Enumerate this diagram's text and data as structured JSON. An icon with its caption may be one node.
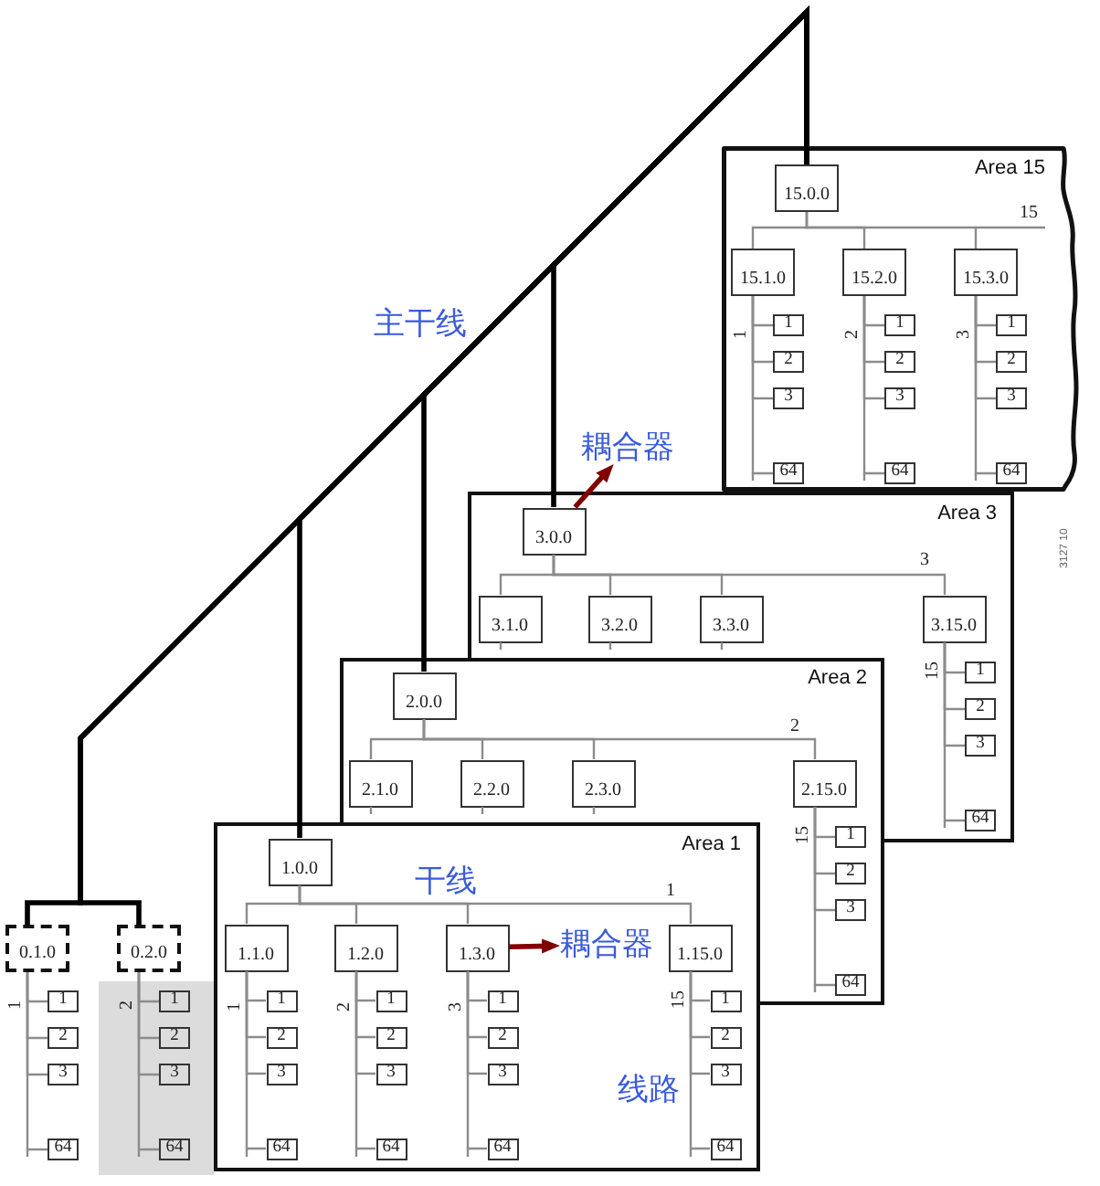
{
  "diagram": {
    "nodes": [
      {
        "text": [
          "Area 15"
        ]
      },
      {
        "text": [
          "15.0.0"
        ],
        "in": 0
      },
      {
        "text": [
          "15.1.0"
        ],
        "in": 0
      },
      {
        "text": [
          "15.2.0"
        ],
        "in": 0
      },
      {
        "text": [
          "15.3.0"
        ],
        "in": 0
      },
      {
        "text": [
          "1"
        ],
        "in": 0
      },
      {
        "text": [
          "2"
        ],
        "in": 0
      },
      {
        "text": [
          "3"
        ],
        "in": 0
      },
      {
        "text": [
          "64"
        ],
        "in": 0
      },
      {
        "text": [
          "1"
        ],
        "in": 0
      },
      {
        "text": [
          "2"
        ],
        "in": 0
      },
      {
        "text": [
          "3"
        ],
        "in": 0
      },
      {
        "text": [
          "64"
        ],
        "in": 0
      },
      {
        "text": [
          "1"
        ],
        "in": 0
      },
      {
        "text": [
          "2"
        ],
        "in": 0
      },
      {
        "text": [
          "3"
        ],
        "in": 0
      },
      {
        "text": [
          "64"
        ],
        "in": 0
      },
      {
        "text": [
          "耦合器"
        ]
      },
      {
        "text": [
          "Area 3"
        ]
      },
      {
        "text": [
          "3.0.0"
        ],
        "in": 18
      },
      {
        "text": [
          "3.1.0"
        ],
        "in": 18
      },
      {
        "text": [
          "3.2.0"
        ],
        "in": 18
      },
      {
        "text": [
          "3.3.0"
        ],
        "in": 18
      },
      {
        "text": [
          "3.15.0"
        ],
        "in": 18
      },
      {
        "text": [
          "1"
        ]
      },
      {
        "text": [
          "2"
        ]
      },
      {
        "text": [
          "3"
        ]
      },
      {
        "text": [
          "64"
        ]
      },
      {
        "text": [
          "Area 2"
        ]
      },
      {
        "text": [
          "2.0.0"
        ],
        "in": 28
      },
      {
        "text": [
          "2.1.0"
        ],
        "in": 28
      },
      {
        "text": [
          "2.2.0"
        ],
        "in": 28
      },
      {
        "text": [
          "2.3.0"
        ],
        "in": 28
      },
      {
        "text": [
          "2.15.0"
        ],
        "in": 28
      },
      {
        "text": [
          "1"
        ]
      },
      {
        "text": [
          "2"
        ]
      },
      {
        "text": [
          "3"
        ]
      },
      {
        "text": [
          "64"
        ]
      },
      {
        "text": [
          "Area 1"
        ]
      },
      {
        "text": [
          "1.0.0"
        ],
        "in": 38
      },
      {
        "text": [
          "1.1.0"
        ],
        "in": 38
      },
      {
        "text": [
          "1.2.0"
        ],
        "in": 38
      },
      {
        "text": [
          "1.3.0"
        ],
        "in": 38
      },
      {
        "text": [
          "耦合器"
        ],
        "in": 38
      },
      {
        "text": [
          "1.15.0"
        ],
        "in": 38
      },
      {
        "text": [
          "1"
        ],
        "in": 38
      },
      {
        "text": [
          "2"
        ],
        "in": 38
      },
      {
        "text": [
          "3"
        ],
        "in": 38
      },
      {
        "text": [
          "64"
        ],
        "in": 38
      },
      {
        "text": [
          "1"
        ],
        "in": 38
      },
      {
        "text": [
          "2"
        ],
        "in": 38
      },
      {
        "text": [
          "3"
        ],
        "in": 38
      },
      {
        "text": [
          "64"
        ],
        "in": 38
      },
      {
        "text": [
          "1"
        ],
        "in": 38
      },
      {
        "text": [
          "2"
        ],
        "in": 38
      },
      {
        "text": [
          "3"
        ],
        "in": 38
      },
      {
        "text": [
          "64"
        ],
        "in": 38
      },
      {
        "text": [
          "1"
        ],
        "in": 38
      },
      {
        "text": [
          "2"
        ],
        "in": 38
      },
      {
        "text": [
          "3"
        ],
        "in": 38
      },
      {
        "text": [
          "64"
        ],
        "in": 38
      },
      {
        "text": [
          "0.1.0"
        ]
      },
      {
        "text": [
          "0.2.0"
        ]
      },
      {
        "text": [
          "1"
        ]
      },
      {
        "text": [
          "2"
        ]
      },
      {
        "text": [
          "3"
        ]
      },
      {
        "text": [
          "64"
        ]
      },
      {
        "text": [
          "1"
        ]
      },
      {
        "text": [
          "2"
        ]
      },
      {
        "text": [
          "3"
        ]
      },
      {
        "text": [
          "64"
        ]
      }
    ],
    "edges": [
      {
        "from": 1,
        "to": 19,
        "arrow": "none",
        "style": "thick",
        "color": "#000000"
      },
      {
        "from": 1,
        "to": 29,
        "arrow": "none",
        "style": "thick",
        "color": "#000000"
      },
      {
        "from": 1,
        "to": 39,
        "arrow": "none",
        "style": "thick",
        "color": "#000000"
      },
      {
        "from": 1,
        "to": 61,
        "arrow": "none",
        "style": "thick",
        "color": "#000000"
      },
      {
        "from": 1,
        "to": 62,
        "arrow": "none",
        "style": "thick",
        "color": "#000000"
      },
      {
        "from": 1,
        "to": 2,
        "arrow": "none"
      },
      {
        "from": 1,
        "to": 3,
        "arrow": "none"
      },
      {
        "from": 1,
        "to": 4,
        "arrow": "none"
      },
      {
        "from": 2,
        "to": 5,
        "arrow": "none"
      },
      {
        "from": 2,
        "to": 6,
        "arrow": "none"
      },
      {
        "from": 2,
        "to": 7,
        "arrow": "none"
      },
      {
        "from": 2,
        "to": 8,
        "arrow": "none"
      },
      {
        "from": 3,
        "to": 9,
        "arrow": "none"
      },
      {
        "from": 3,
        "to": 10,
        "arrow": "none"
      },
      {
        "from": 3,
        "to": 11,
        "arrow": "none"
      },
      {
        "from": 3,
        "to": 12,
        "arrow": "none"
      },
      {
        "from": 4,
        "to": 13,
        "arrow": "none"
      },
      {
        "from": 4,
        "to": 14,
        "arrow": "none"
      },
      {
        "from": 4,
        "to": 15,
        "arrow": "none"
      },
      {
        "from": 4,
        "to": 16,
        "arrow": "none"
      },
      {
        "from": 19,
        "to": 17,
        "arrow": "to",
        "style": "thick",
        "color": "#800000"
      },
      {
        "from": 19,
        "to": 20,
        "arrow": "none"
      },
      {
        "from": 19,
        "to": 21,
        "arrow": "none"
      },
      {
        "from": 19,
        "to": 22,
        "arrow": "none"
      },
      {
        "from": 19,
        "to": 23,
        "arrow": "none"
      },
      {
        "from": 23,
        "to": 24,
        "arrow": "none"
      },
      {
        "from": 23,
        "to": 25,
        "arrow": "none"
      },
      {
        "from": 23,
        "to": 26,
        "arrow": "none"
      },
      {
        "from": 23,
        "to": 27,
        "arrow": "none"
      },
      {
        "from": 29,
        "to": 30,
        "arrow": "none"
      },
      {
        "from": 29,
        "to": 31,
        "arrow": "none"
      },
      {
        "from": 29,
        "to": 32,
        "arrow": "none"
      },
      {
        "from": 29,
        "to": 33,
        "arrow": "none"
      },
      {
        "from": 33,
        "to": 34,
        "arrow": "none"
      },
      {
        "from": 33,
        "to": 35,
        "arrow": "none"
      },
      {
        "from": 33,
        "to": 36,
        "arrow": "none"
      },
      {
        "from": 33,
        "to": 37,
        "arrow": "none"
      },
      {
        "from": 39,
        "to": 40,
        "arrow": "none"
      },
      {
        "from": 39,
        "to": 41,
        "arrow": "none"
      },
      {
        "from": 39,
        "to": 42,
        "arrow": "none"
      },
      {
        "from": 39,
        "to": 44,
        "arrow": "none"
      },
      {
        "from": 42,
        "to": 43,
        "arrow": "to",
        "style": "thick",
        "color": "#800000"
      },
      {
        "from": 40,
        "to": 45,
        "arrow": "none"
      },
      {
        "from": 40,
        "to": 46,
        "arrow": "none"
      },
      {
        "from": 40,
        "to": 47,
        "arrow": "none"
      },
      {
        "from": 40,
        "to": 48,
        "arrow": "none"
      },
      {
        "from": 41,
        "to": 49,
        "arrow": "none"
      },
      {
        "from": 41,
        "to": 50,
        "arrow": "none"
      },
      {
        "from": 41,
        "to": 51,
        "arrow": "none"
      },
      {
        "from": 41,
        "to": 52,
        "arrow": "none"
      },
      {
        "from": 42,
        "to": 53,
        "arrow": "none"
      },
      {
        "from": 42,
        "to": 54,
        "arrow": "none"
      },
      {
        "from": 42,
        "to": 55,
        "arrow": "none"
      },
      {
        "from": 42,
        "to": 56,
        "arrow": "none"
      },
      {
        "from": 44,
        "to": 57,
        "arrow": "none"
      },
      {
        "from": 44,
        "to": 58,
        "arrow": "none"
      },
      {
        "from": 44,
        "to": 59,
        "arrow": "none"
      },
      {
        "from": 44,
        "to": 60,
        "arrow": "none"
      },
      {
        "from": 61,
        "to": 63,
        "arrow": "none"
      },
      {
        "from": 61,
        "to": 64,
        "arrow": "none"
      },
      {
        "from": 61,
        "to": 65,
        "arrow": "none"
      },
      {
        "from": 61,
        "to": 66,
        "arrow": "none"
      },
      {
        "from": 62,
        "to": 67,
        "arrow": "none"
      },
      {
        "from": 62,
        "to": 68,
        "arrow": "none"
      },
      {
        "from": 62,
        "to": 69,
        "arrow": "none"
      },
      {
        "from": 62,
        "to": 70,
        "arrow": "none"
      },
      {
        "from": 20,
        "to": null,
        "arrow": "none"
      },
      {
        "from": 21,
        "to": null,
        "arrow": "none"
      },
      {
        "from": 22,
        "to": null,
        "arrow": "none"
      },
      {
        "from": 30,
        "to": null,
        "arrow": "none"
      },
      {
        "from": 31,
        "to": null,
        "arrow": "none"
      },
      {
        "from": 32,
        "to": null,
        "arrow": "none"
      }
    ],
    "labels": [
      "15",
      "1",
      "2",
      "3",
      "主干线",
      "3127 10",
      "3",
      "15",
      "2",
      "15",
      "干线",
      "1",
      "1",
      "2",
      "1",
      "2",
      "3",
      "15",
      "线路"
    ]
  }
}
